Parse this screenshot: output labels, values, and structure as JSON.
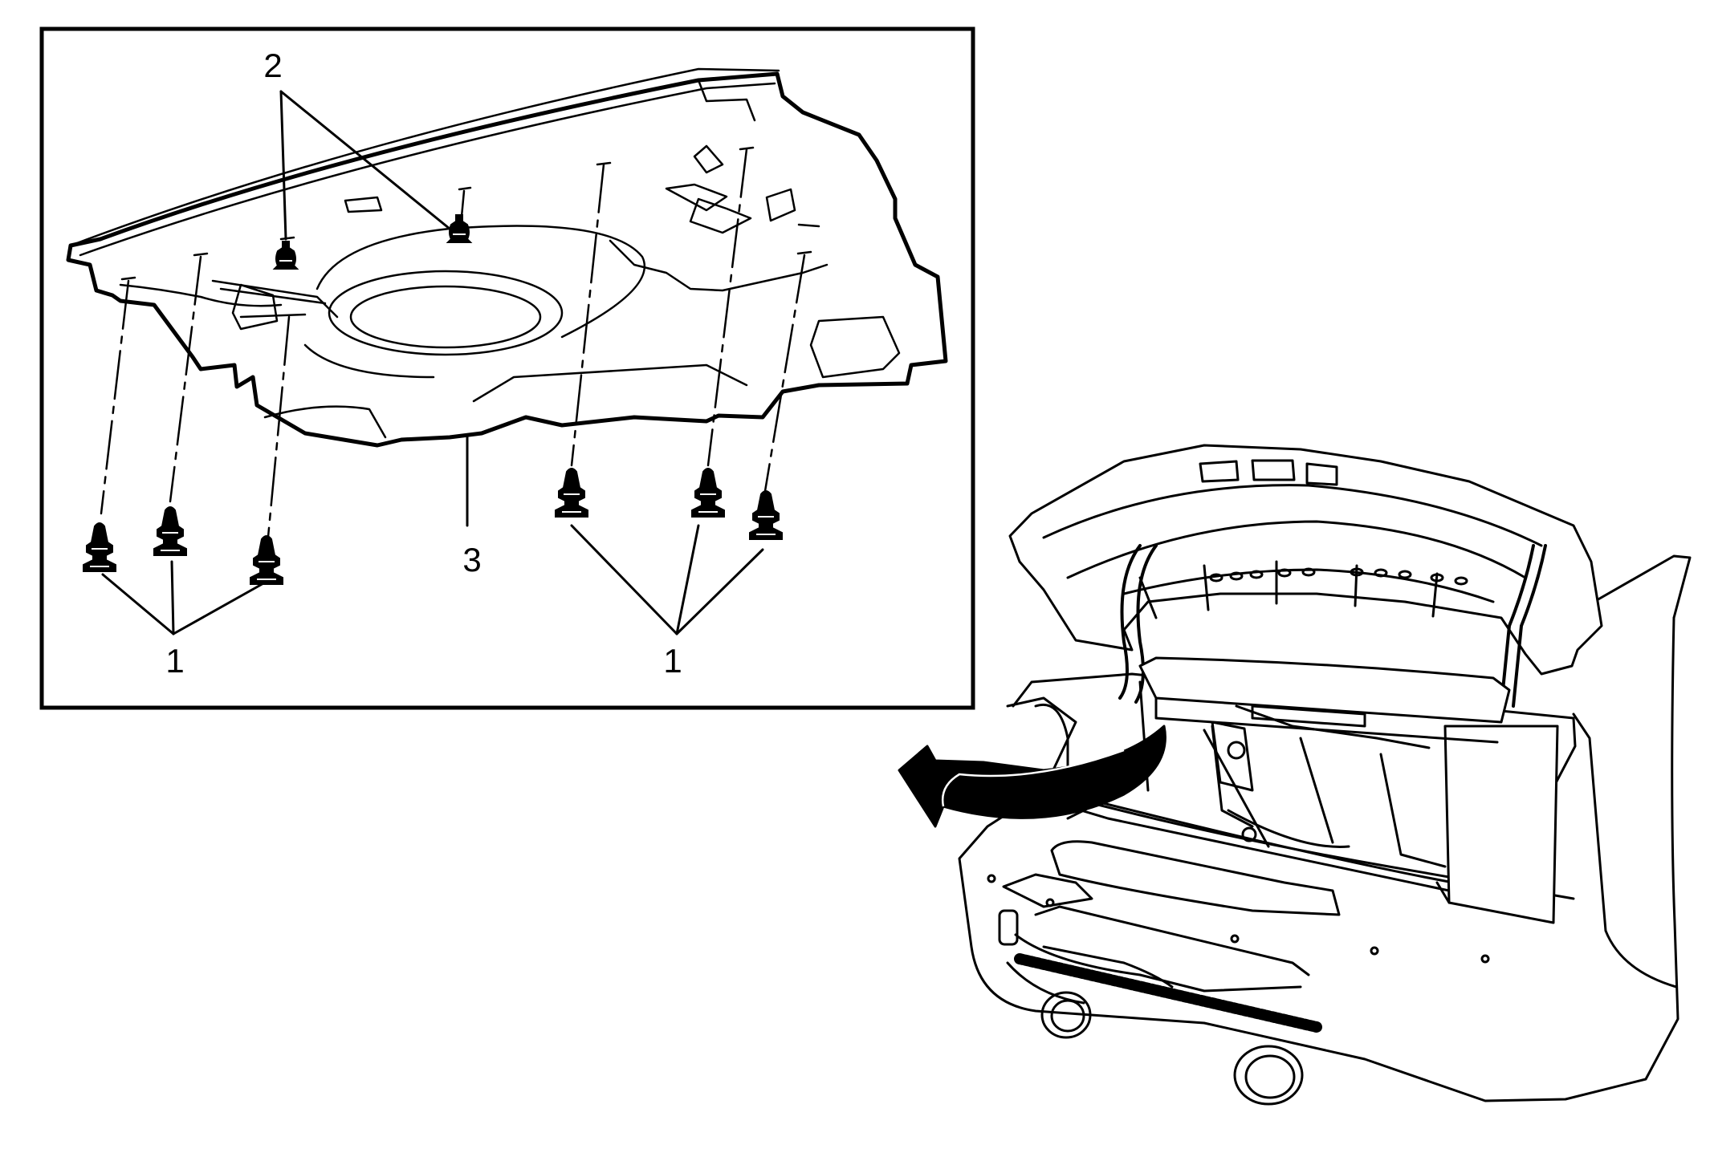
{
  "diagram": {
    "callouts": {
      "fastener_group_left": "1",
      "fastener_group_right": "1",
      "upper_fasteners": "2",
      "rear_shelf_panel": "3"
    },
    "colors": {
      "ink": "#000000",
      "paper": "#ffffff",
      "fill": "#ffffff"
    },
    "icons": {
      "push_pin_retainer": "push-pin-retainer-icon",
      "removal_direction_arrow": "curved-arrow-icon"
    }
  }
}
